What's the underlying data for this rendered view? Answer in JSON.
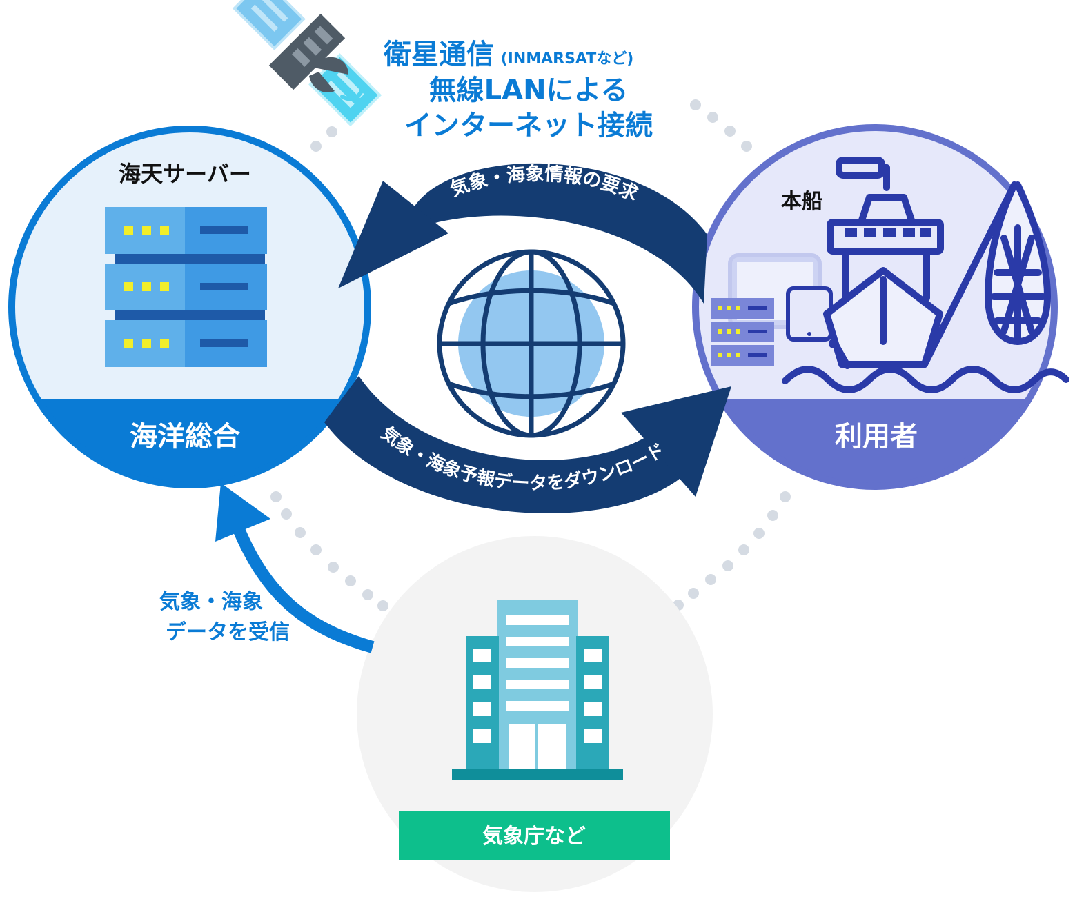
{
  "satellite": {
    "title_main": "衛星通信",
    "title_paren": "(INMARSATなど)",
    "line2": "無線LANによる",
    "line3": "インターネット接続"
  },
  "left_node": {
    "top_label": "海天サーバー",
    "bottom_label": "海洋総合"
  },
  "right_node": {
    "top_label": "本船",
    "bottom_label": "利用者"
  },
  "bottom_node": {
    "label": "気象庁など"
  },
  "arrows": {
    "request": "気象・海象情報の要求",
    "download": "気象・海象予報データをダウンロード",
    "receive_line1": "気象・海象",
    "receive_line2": "データを受信"
  },
  "colors": {
    "primary_blue": "#0a7bd5",
    "navy": "#143c72",
    "purple": "#6371cc",
    "green": "#0dbf8c",
    "teal": "#2ba8b8",
    "dot_gray": "#d5dbe3"
  }
}
